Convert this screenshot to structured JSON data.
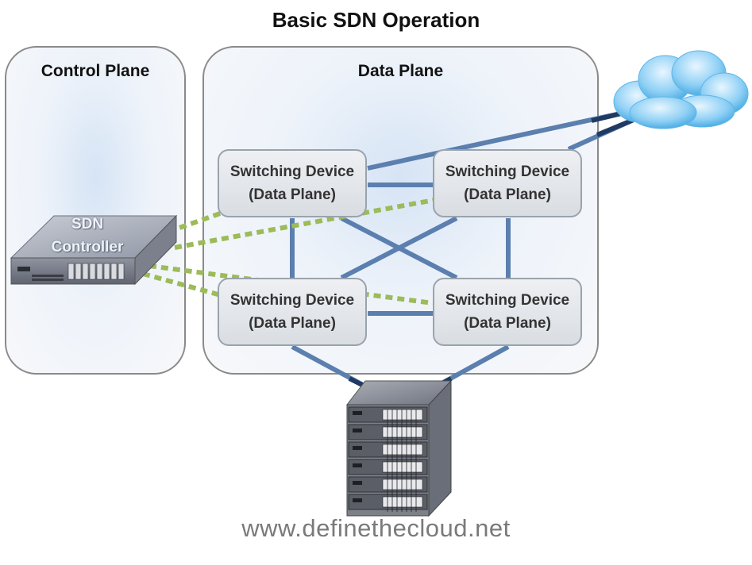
{
  "title": "Basic SDN Operation",
  "control_plane": {
    "label": "Control Plane"
  },
  "data_plane": {
    "label": "Data Plane"
  },
  "controller": {
    "line1": "SDN",
    "line2": "Controller"
  },
  "switches": [
    {
      "line1": "Switching Device",
      "line2": "(Data Plane)"
    },
    {
      "line1": "Switching Device",
      "line2": "(Data Plane)"
    },
    {
      "line1": "Switching Device",
      "line2": "(Data Plane)"
    },
    {
      "line1": "Switching Device",
      "line2": "(Data Plane)"
    }
  ],
  "footer": "www.definethecloud.net",
  "colors": {
    "link": "#5b7fae",
    "uplink": "#1f3a63",
    "control_link": "#9cbb59"
  }
}
